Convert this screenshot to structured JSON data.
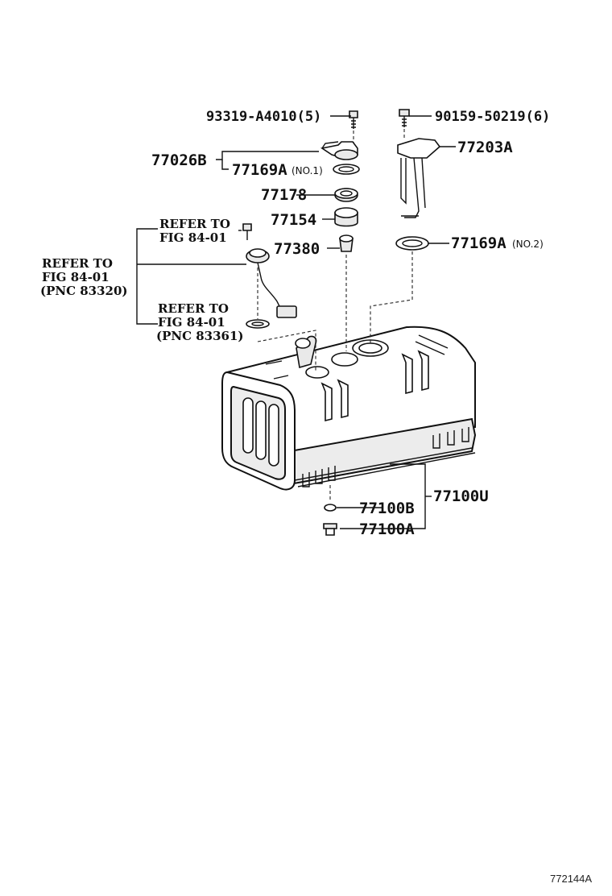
{
  "labels": {
    "bolt_top_left": "93319-A4010(5)",
    "bolt_top_right": "90159-50219(6)",
    "gauge_assy": "77026B",
    "gasket_no1": "77169A",
    "gasket_no1_sub": "(NO.1)",
    "ring": "77178",
    "retainer": "77154",
    "valve": "77380",
    "sender": "77203A",
    "gasket_no2": "77169A",
    "gasket_no2_sub": "(NO.2)",
    "tank_assy": "77100U",
    "tank_b": "77100B",
    "tank_a": "77100A"
  },
  "refs": {
    "ref1_line1": "REFER TO",
    "ref1_line2": "FIG 84-01",
    "ref2_line1": "REFER TO",
    "ref2_line2": "FIG 84-01",
    "ref2_line3": "(PNC 83320)",
    "ref3_line1": "REFER TO",
    "ref3_line2": "FIG 84-01",
    "ref3_line3": "(PNC 83361)"
  },
  "figure_id": "772144A"
}
